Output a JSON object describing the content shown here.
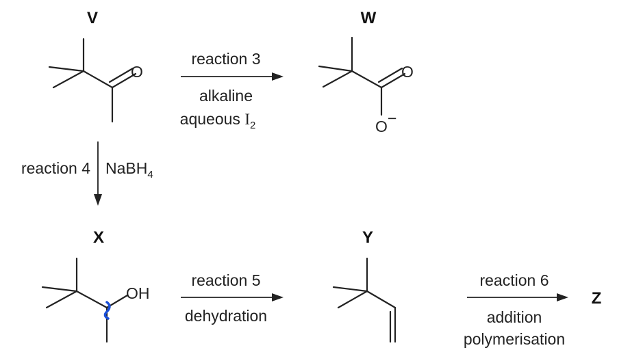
{
  "compounds": {
    "V": "V",
    "W": "W",
    "X": "X",
    "Y": "Y",
    "Z": "Z"
  },
  "atoms": {
    "v_oxygen": "O",
    "w_oxygen": "O",
    "w_oxide": "O",
    "w_charge": "−",
    "x_hydroxyl": "OH"
  },
  "reactions": {
    "r3": {
      "label": "reaction 3",
      "cond1": "alkaline",
      "cond2": "aqueous",
      "reagent": "I",
      "subscript": "2"
    },
    "r4": {
      "label": "reaction 4",
      "reagent": "NaBH",
      "subscript": "4"
    },
    "r5": {
      "label": "reaction 5",
      "cond": "dehydration"
    },
    "r6": {
      "label": "reaction 6",
      "cond1": "addition",
      "cond2": "polymerisation"
    }
  },
  "colors": {
    "ink": "#222222",
    "highlight": "#1a4fd8"
  }
}
